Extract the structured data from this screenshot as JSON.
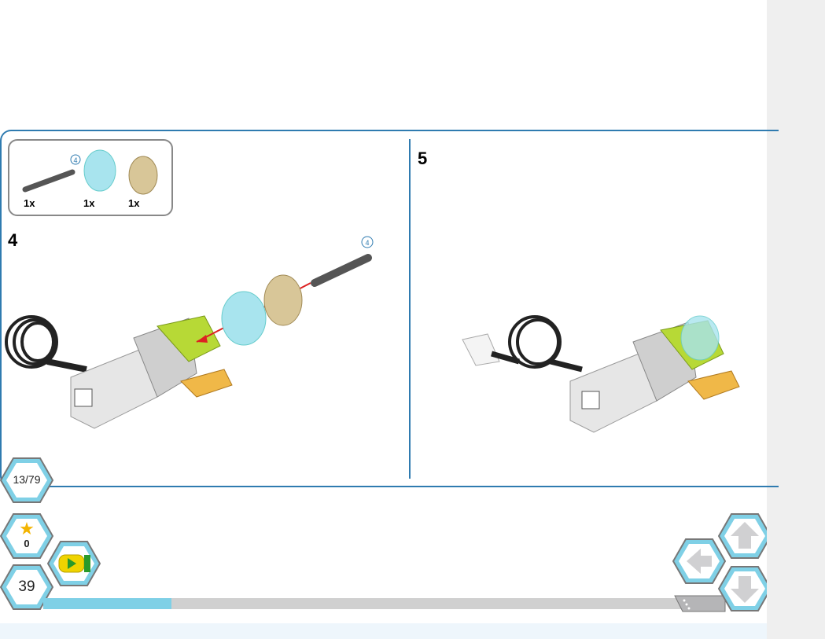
{
  "steps": [
    {
      "number": "4",
      "parts": [
        {
          "name": "axle",
          "qty": "1x",
          "callout": "4"
        },
        {
          "name": "pulley",
          "qty": "1x"
        },
        {
          "name": "gear",
          "qty": "1x"
        }
      ],
      "axle_callout": "4"
    },
    {
      "number": "5"
    }
  ],
  "controls": {
    "page_counter": "13/79",
    "stars": "0",
    "level": "39",
    "progress_fraction": 0.2
  },
  "colors": {
    "accent": "#2f7bb0",
    "hex_fill": "#7fd0e6",
    "progress_fill": "#7fd0e6"
  }
}
